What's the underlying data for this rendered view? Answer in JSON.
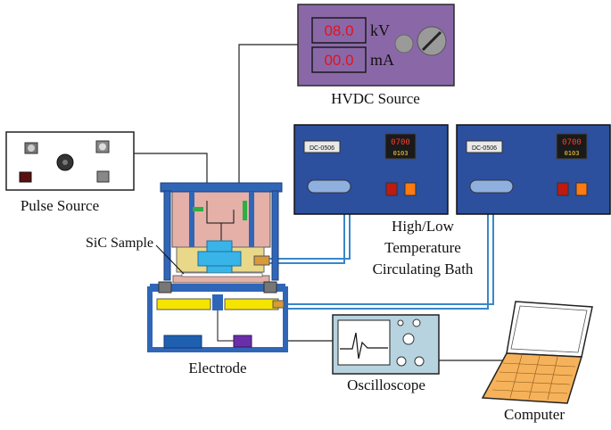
{
  "hvdc": {
    "label": "HVDC Source",
    "voltage_value": "08.0",
    "voltage_unit": "kV",
    "current_value": "00.0",
    "current_unit": "mA"
  },
  "pulse": {
    "label": "Pulse Source"
  },
  "bath": {
    "label_lines": [
      "High/Low",
      "Temperature",
      "Circulating Bath"
    ],
    "units": [
      {
        "model": "DC-0506",
        "display_top": "0700",
        "display_bottom": "0103"
      },
      {
        "model": "DC-0506",
        "display_top": "0700",
        "display_bottom": "0103"
      }
    ]
  },
  "sample": {
    "label": "SiC Sample"
  },
  "electrode": {
    "label": "Electrode"
  },
  "oscilloscope": {
    "label": "Oscilloscope"
  },
  "computer": {
    "label": "Computer"
  },
  "colors": {
    "hvdc_panel": "#8a68a8",
    "bath_panel": "#2c4f9e",
    "frame_blue": "#2f66b8",
    "electrode_yellow": "#f5e400",
    "chamber_pink": "#e4b0a8",
    "oscilloscope_body": "#b7d3df",
    "cable_blue": "#3a86c9"
  }
}
